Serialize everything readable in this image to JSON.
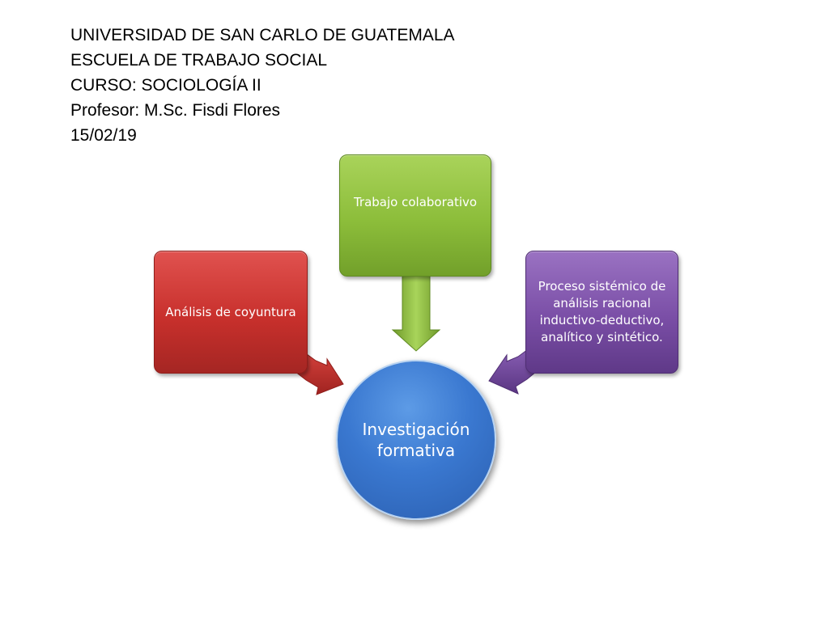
{
  "header": {
    "line1": "UNIVERSIDAD DE SAN CARLO DE GUATEMALA",
    "line2": "ESCUELA DE TRABAJO SOCIAL",
    "line3": "CURSO: SOCIOLOGÍA II",
    "line4": "Profesor: M.Sc. Fisdi Flores",
    "line5": "15/02/19"
  },
  "diagram": {
    "center": {
      "label": "Investigación formativa",
      "color": "#3a78d0"
    },
    "nodes": [
      {
        "label": "Análisis de coyuntura",
        "color": "#c8302c"
      },
      {
        "label": "Trabajo colaborativo",
        "color": "#8cbd3a"
      },
      {
        "label": "Proceso sistémico de análisis racional inductivo-deductivo, analítico y sintético.",
        "color": "#7a4ea6"
      }
    ]
  }
}
